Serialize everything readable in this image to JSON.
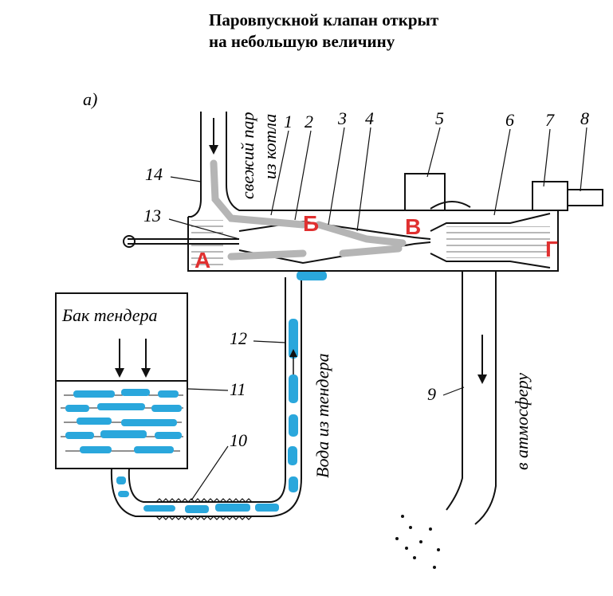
{
  "title": {
    "line1": "Паровпускной клапан открыт",
    "line2": "на небольшую величину"
  },
  "figure_label": "а)",
  "text_labels": {
    "steam": "свежий пар",
    "from_boiler": "из котла",
    "tank": "Бак тендера",
    "water_from_tender": "Вода из тендера",
    "to_atmosphere": "в атмосферу"
  },
  "point_labels": {
    "A": "А",
    "B": "Б",
    "V": "В",
    "G": "Г"
  },
  "part_numbers": [
    "1",
    "2",
    "3",
    "4",
    "5",
    "6",
    "7",
    "8",
    "9",
    "10",
    "11",
    "12",
    "13",
    "14"
  ],
  "colors": {
    "point_label": "#e03030",
    "water": "#2aa7dc",
    "steam": "#b5b5b5",
    "line": "#111111"
  }
}
